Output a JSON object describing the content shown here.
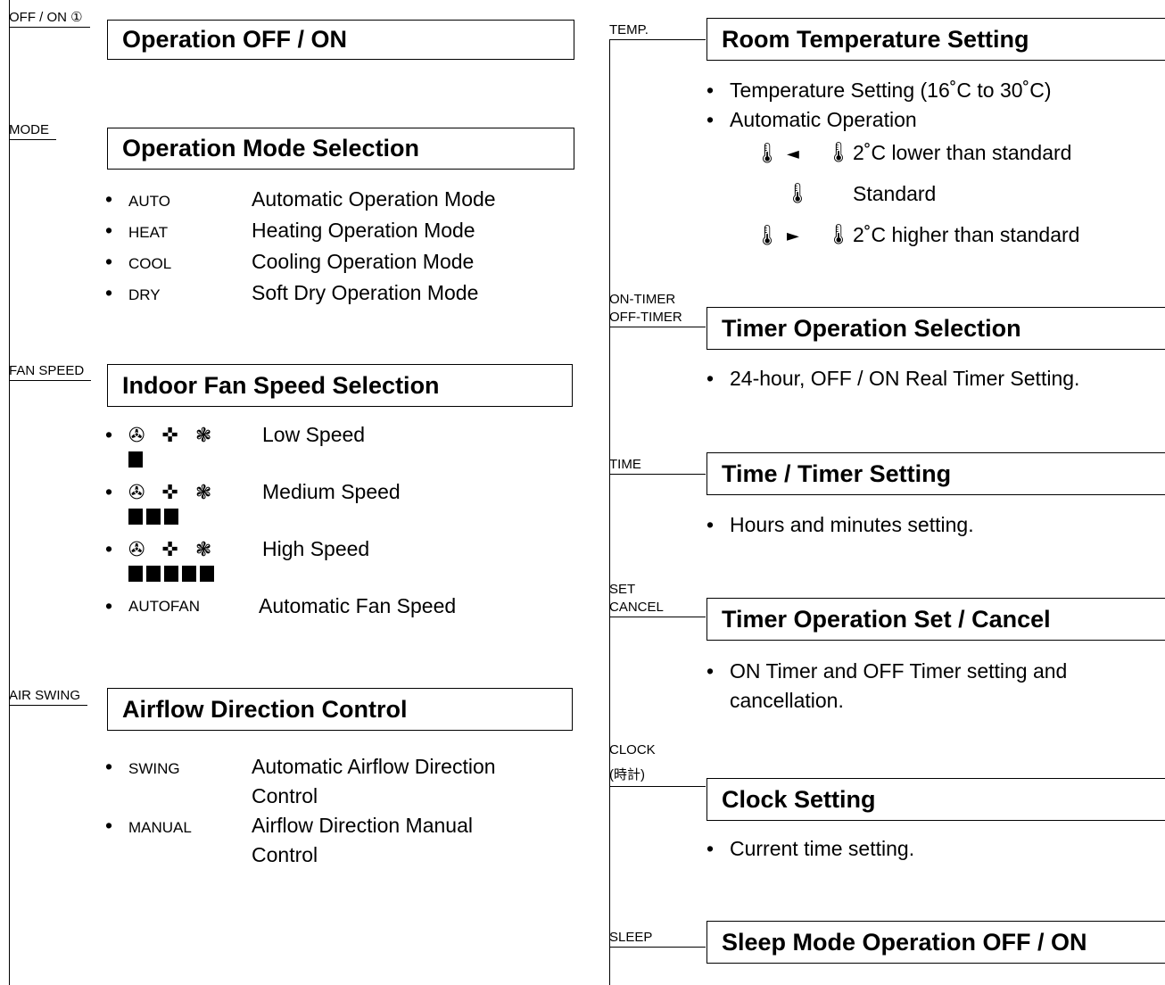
{
  "left": {
    "power": {
      "tab": "OFF / ON ①",
      "title": "Operation OFF / ON"
    },
    "mode": {
      "tab": "MODE",
      "title": "Operation Mode Selection",
      "items": [
        {
          "code": "AUTO",
          "desc": "Automatic Operation Mode"
        },
        {
          "code": "HEAT",
          "desc": "Heating Operation Mode"
        },
        {
          "code": "COOL",
          "desc": "Cooling Operation Mode"
        },
        {
          "code": "DRY",
          "desc": "Soft Dry Operation Mode"
        }
      ]
    },
    "fan": {
      "tab": "FAN SPEED",
      "title": "Indoor Fan Speed Selection",
      "icons": "✇ ✜ ❃",
      "items": [
        {
          "desc": "Low Speed",
          "bars": 1
        },
        {
          "desc": "Medium Speed",
          "bars": 3
        },
        {
          "desc": "High Speed",
          "bars": 5
        }
      ],
      "auto": {
        "code": "AUTOFAN",
        "desc": "Automatic Fan Speed"
      }
    },
    "swing": {
      "tab": "AIR SWING",
      "title": "Airflow Direction Control",
      "items": [
        {
          "code": "SWING",
          "desc1": "Automatic Airflow Direction",
          "desc2": "Control"
        },
        {
          "code": "MANUAL",
          "desc1": "Airflow Direction Manual",
          "desc2": "Control"
        }
      ]
    }
  },
  "right": {
    "temp": {
      "tab": "TEMP.",
      "title": "Room Temperature Setting",
      "b1": "Temperature Setting (16˚C to 30˚C)",
      "b2": "Automatic Operation",
      "thermo_icon": "🌡",
      "lower": "2˚C lower than standard",
      "standard": "Standard",
      "higher": "2˚C higher than standard",
      "arrow_left": "◄",
      "arrow_right": "►"
    },
    "timer": {
      "tab1": "ON-TIMER",
      "tab2": "OFF-TIMER",
      "title": "Timer Operation Selection",
      "b1": "24-hour, OFF / ON Real Timer Setting."
    },
    "time": {
      "tab": "TIME",
      "title": "Time / Timer Setting",
      "b1": "Hours and minutes setting."
    },
    "setcancel": {
      "tab1": "SET",
      "tab2": "CANCEL",
      "title": "Timer Operation Set / Cancel",
      "b1": "ON Timer and OFF Timer setting and",
      "b1b": "cancellation."
    },
    "clock": {
      "tab1": "CLOCK",
      "tab2": "(時計)",
      "title": "Clock Setting",
      "b1": "Current time setting."
    },
    "sleep": {
      "tab": "SLEEP",
      "title": "Sleep Mode Operation OFF / ON"
    }
  }
}
